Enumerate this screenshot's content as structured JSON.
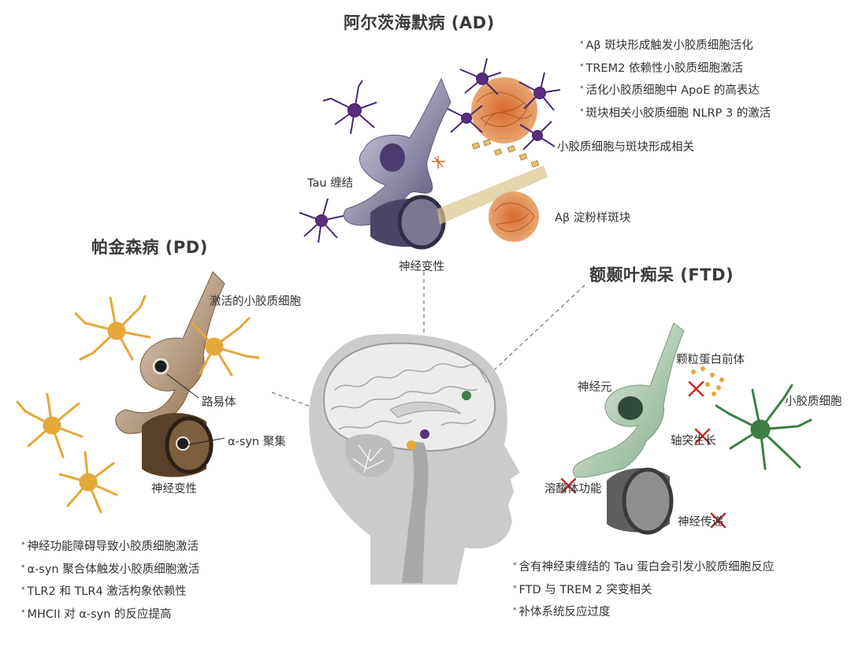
{
  "ad": {
    "title": "阿尔茨海默病 (AD)",
    "labels": {
      "tau": "Tau 缠结",
      "plaque": "Aβ 淀粉样斑块",
      "microglia_plaque": "小胶质细胞与斑块形成相关",
      "neurodegeneration": "神经变性"
    },
    "bullets": [
      "Aβ 斑块形成触发小胶质细胞活化",
      "TREM2 依赖性小胶质细胞激活",
      "活化小胶质细胞中 ApoE 的高表达",
      "斑块相关小胶质细胞 NLRP 3 的激活"
    ]
  },
  "pd": {
    "title": "帕金森病 (PD)",
    "labels": {
      "activated_microglia": "激活的小胶质细胞",
      "lewy": "路易体",
      "asyn": "α-syn 聚集",
      "neurodegeneration": "神经变性"
    },
    "bullets": [
      "神经功能障碍导致小胶质细胞激活",
      "α-syn 聚合体触发小胶质细胞激活",
      "TLR2 和 TLR4 激活构象依赖性",
      "MHCII 对 α-syn 的反应提高"
    ]
  },
  "ftd": {
    "title": "额颞叶痴呆 (FTD)",
    "labels": {
      "progranulin": "颗粒蛋白前体",
      "neuron": "神经元",
      "microglia": "小胶质细胞",
      "axon": "轴突生长",
      "lysosome": "溶酶体功能",
      "transmission": "神经传递"
    },
    "bullets": [
      "含有神经束缠结的 Tau 蛋白会引发小胶质细胞反应",
      "FTD 与 TREM 2 突变相关",
      "补体系统反应过度"
    ]
  },
  "colors": {
    "ad": "#5a2d82",
    "pd": "#e4a83a",
    "ftd": "#3f7d44",
    "head": "#c9c9c9"
  }
}
